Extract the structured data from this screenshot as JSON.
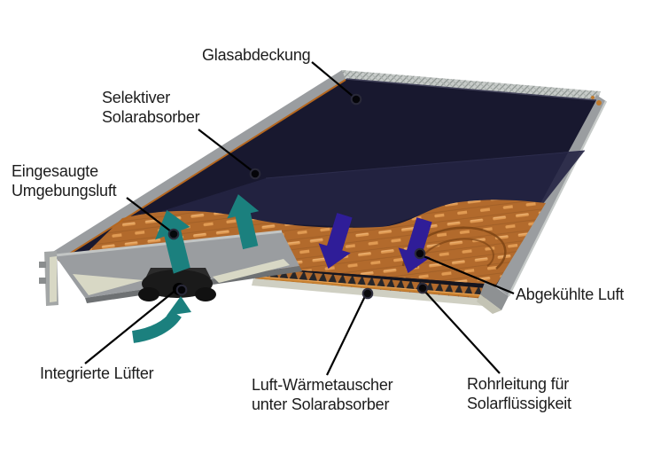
{
  "figure": {
    "title_domain": "solar-air-collector-cutaway-diagram",
    "labels": {
      "glass_cover": "Glasabdeckung",
      "selective_absorber_line1": "Selektiver",
      "selective_absorber_line2": "Solarabsorber",
      "ambient_air_line1": "Eingesaugte",
      "ambient_air_line2": "Umgebungsluft",
      "cooled_air": "Abgekühlte Luft",
      "integrated_fan": "Integrierte Lüfter",
      "heat_exchanger_line1": "Luft-Wärmetauscher",
      "heat_exchanger_line2": "unter Solarabsorber",
      "pipe_line1": "Rohrleitung für",
      "pipe_line2": "Solarflüssigkeit"
    },
    "colors": {
      "background": "#ffffff",
      "text": "#1c1c1c",
      "glass_dark": "#18182f",
      "glass_light": "#232342",
      "copper": "#b26a2c",
      "copper_dash": "#e09a52",
      "copper_stripe": "#b5671f",
      "frame_gray": "#9a9da0",
      "frame_light": "#c7cbc9",
      "frame_dark": "#6e7173",
      "cream": "#d8d8c5",
      "fin_dark": "#26262a",
      "fan_black": "#1a1a1a",
      "warm_air_teal": "#1b807e",
      "cool_air_purple": "#2f1d98",
      "leader": "#000000"
    }
  }
}
